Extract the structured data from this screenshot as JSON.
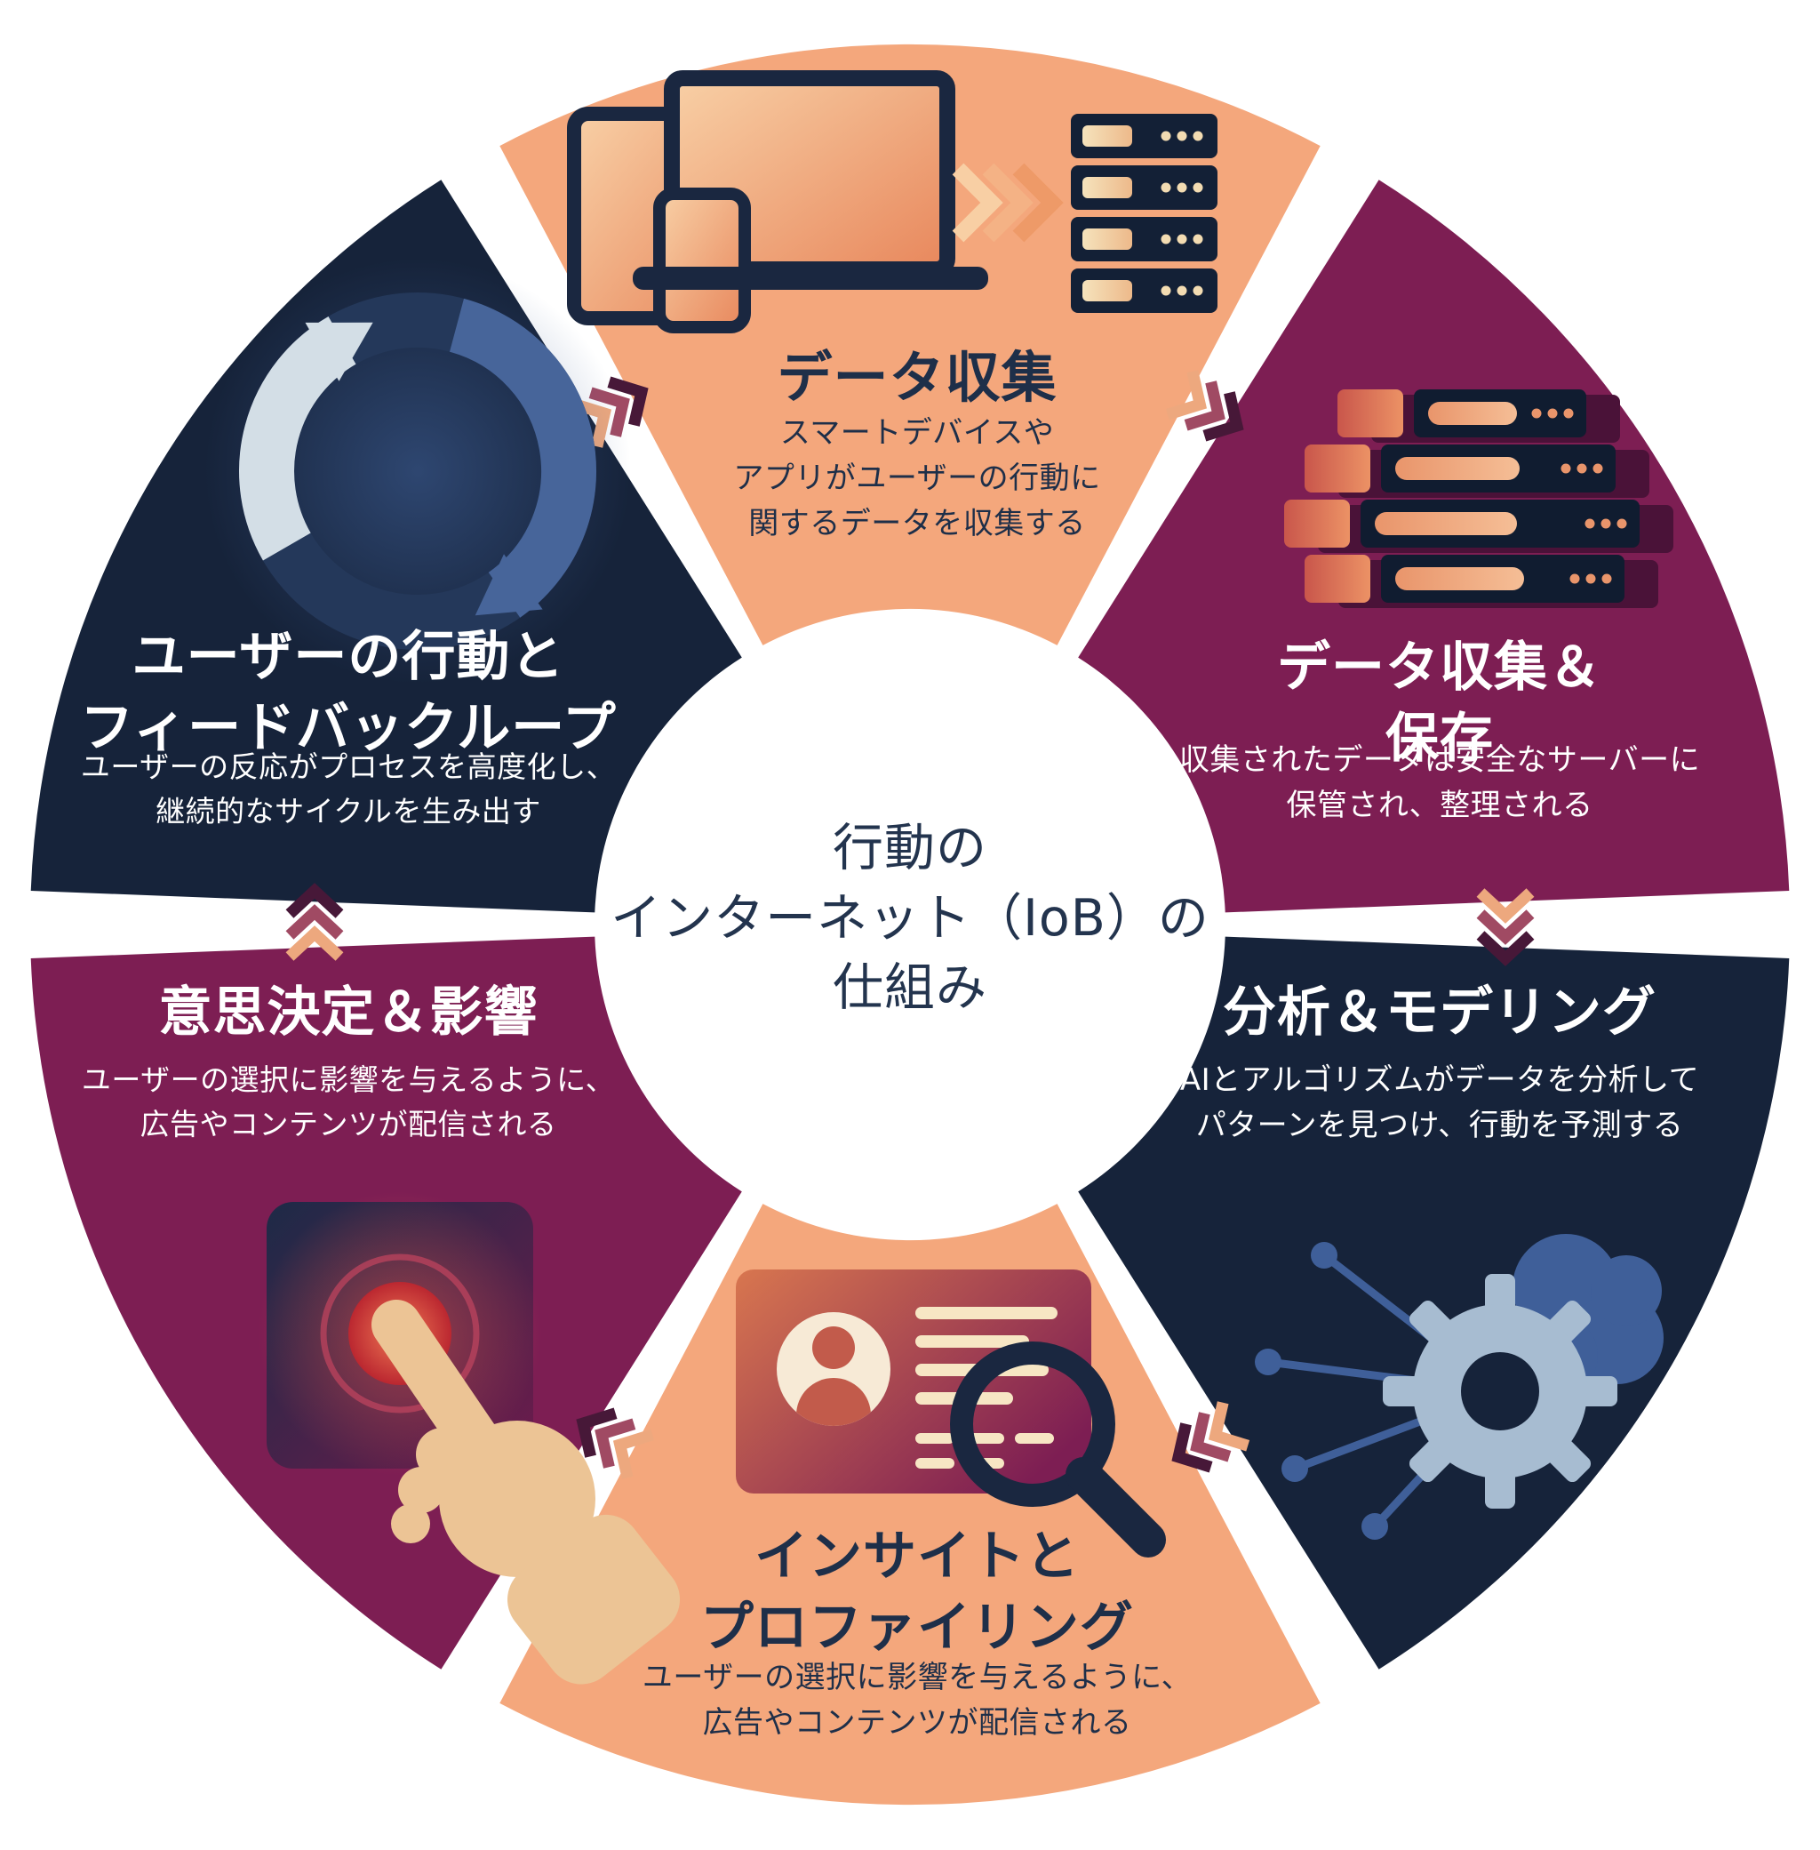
{
  "title": "行動のインターネット（IoB）の仕組み",
  "center": {
    "lines": [
      "行動の",
      "インターネット（IoB）の",
      "仕組み"
    ]
  },
  "colors": {
    "peach": "#F4A77C",
    "magenta": "#7D1E53",
    "navy": "#16233A",
    "text_dark": "#1E2F49",
    "text_light": "#FFFFFF",
    "arrow_light": "#EDA87E",
    "arrow_mid": "#A04A63",
    "arrow_dark": "#471838"
  },
  "segments": [
    {
      "id": "data-collection",
      "position": "top",
      "color_name": "peach",
      "icon": "devices-to-server-icon",
      "title_lines": [
        "データ収集"
      ],
      "desc_lines": [
        "スマートデバイスや",
        "アプリがユーザーの行動に",
        "関するデータを収集する"
      ]
    },
    {
      "id": "data-collection-storage",
      "position": "top-right",
      "color_name": "magenta",
      "icon": "server-racks-icon",
      "title_lines": [
        "データ収集＆",
        "保存"
      ],
      "desc_lines": [
        "収集されたデータは安全なサーバーに",
        "保管され、整理される"
      ]
    },
    {
      "id": "analysis-modeling",
      "position": "bottom-right",
      "color_name": "navy",
      "icon": "ai-analysis-icon",
      "title_lines": [
        "分析＆モデリング"
      ],
      "desc_lines": [
        "AIとアルゴリズムがデータを分析して",
        "パターンを見つけ、行動を予測する"
      ]
    },
    {
      "id": "insights-profiling",
      "position": "bottom",
      "color_name": "peach",
      "icon": "profile-card-icon",
      "title_lines": [
        "インサイトと",
        "プロファイリング"
      ],
      "desc_lines": [
        "ユーザーの選択に影響を与えるように、",
        "広告やコンテンツが配信される"
      ]
    },
    {
      "id": "decision-influence",
      "position": "bottom-left",
      "color_name": "magenta",
      "icon": "press-button-icon",
      "title_lines": [
        "意思決定＆影響"
      ],
      "desc_lines": [
        "ユーザーの選択に影響を与えるように、",
        "広告やコンテンツが配信される"
      ]
    },
    {
      "id": "user-behavior-feedback-loop",
      "position": "top-left",
      "color_name": "navy",
      "icon": "feedback-loop-icon",
      "title_lines": [
        "ユーザーの行動と",
        "フィードバックループ"
      ],
      "desc_lines": [
        "ユーザーの反応がプロセスを高度化し、",
        "継続的なサイクルを生み出す"
      ]
    }
  ]
}
